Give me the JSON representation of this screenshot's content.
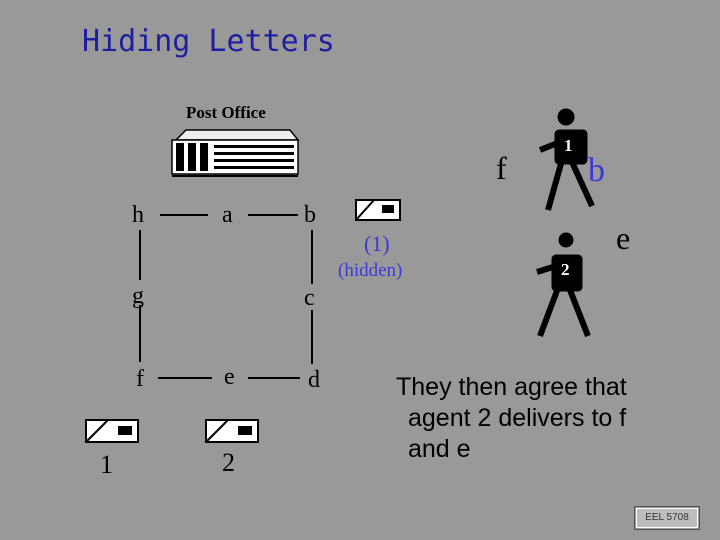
{
  "title": "Hiding Letters",
  "post_office_label": "Post Office",
  "nodes": {
    "h": "h",
    "a": "a",
    "b": "b",
    "g": "g",
    "c": "c",
    "f": "f",
    "e": "e",
    "d": "d"
  },
  "hidden": {
    "number": "(1)",
    "label": "(hidden)"
  },
  "agents": {
    "letter_f": "f",
    "letter_b": "b",
    "letter_e": "e",
    "agent1_num": "1",
    "agent2_num": "2"
  },
  "envelopes": {
    "env1_num": "1",
    "env2_num": "2"
  },
  "caption": {
    "line1": "They then agree that",
    "line2": "agent 2 delivers to f",
    "line3": "and e"
  },
  "footer": "EEL 5708",
  "colors": {
    "background": "#999999",
    "title": "#1e1ea0",
    "highlight": "#3b3bd6"
  },
  "icons": [
    "post-office-building-icon",
    "envelope-icon",
    "walking-person-icon"
  ]
}
